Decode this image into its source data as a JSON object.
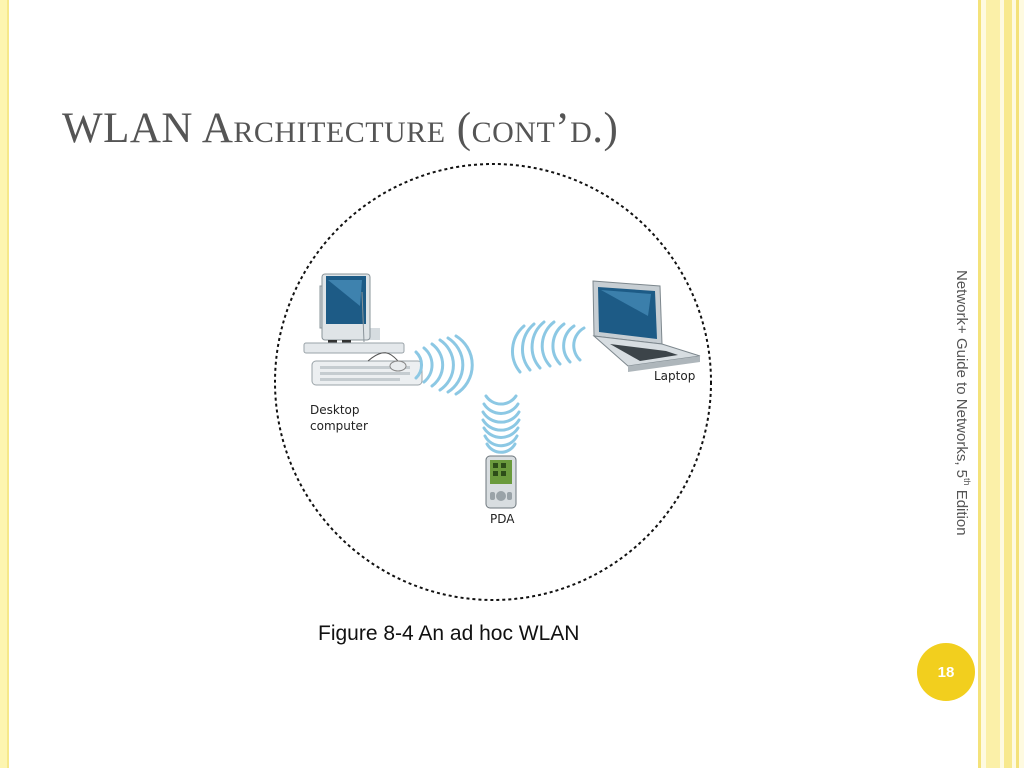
{
  "slide": {
    "title": "WLAN Architecture (cont’d.)",
    "caption": "Figure 8-4 An ad hoc WLAN",
    "side_text": {
      "prefix": "Network+ Guide to Networks, 5",
      "sup": "th",
      "suffix": " Edition"
    },
    "page_number": "18"
  },
  "diagram": {
    "labels": {
      "desktop_line1": "Desktop",
      "desktop_line2": "computer",
      "laptop": "Laptop",
      "pda": "PDA"
    }
  },
  "colors": {
    "frame_yellow": "#f6e88a",
    "page_badge": "#f2cf1e",
    "signal_waves": "#8cc8e4",
    "title_gray": "#555555"
  }
}
